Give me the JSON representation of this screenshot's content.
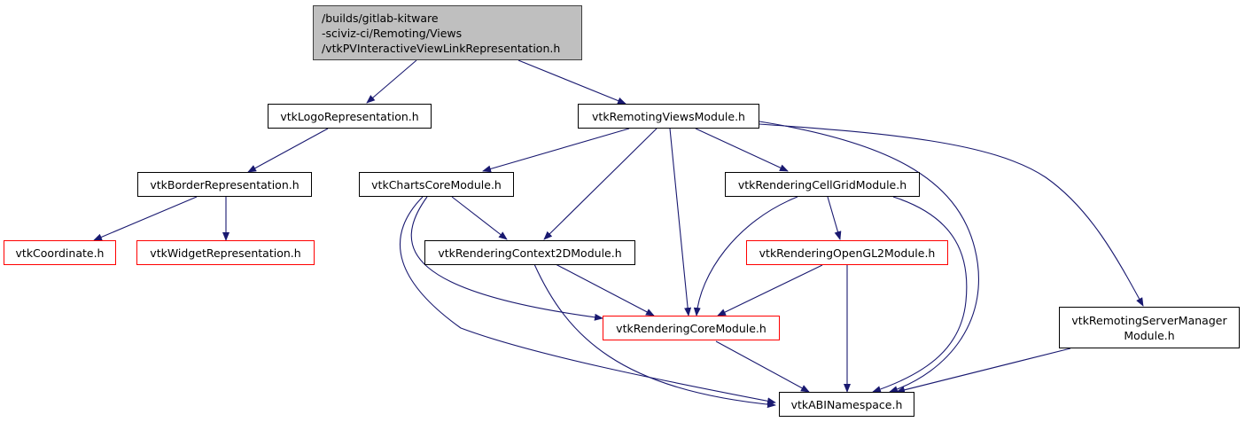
{
  "graph": {
    "title": "Include dependency graph",
    "colors": {
      "edge": "#191970",
      "root_fill": "#bfbfbf",
      "external_border": "#ff0000",
      "normal_border": "#000000"
    },
    "nodes": {
      "root": {
        "label": "/builds/gitlab-kitware\n-sciviz-ci/Remoting/Views\n/vtkPVInteractiveViewLinkRepresentation.h",
        "kind": "root"
      },
      "logo": {
        "label": "vtkLogoRepresentation.h",
        "kind": "normal"
      },
      "remviews": {
        "label": "vtkRemotingViewsModule.h",
        "kind": "normal"
      },
      "border": {
        "label": "vtkBorderRepresentation.h",
        "kind": "normal"
      },
      "charts": {
        "label": "vtkChartsCoreModule.h",
        "kind": "normal"
      },
      "cellgrid": {
        "label": "vtkRenderingCellGridModule.h",
        "kind": "normal"
      },
      "coord": {
        "label": "vtkCoordinate.h",
        "kind": "external"
      },
      "widget": {
        "label": "vtkWidgetRepresentation.h",
        "kind": "external"
      },
      "ctx2d": {
        "label": "vtkRenderingContext2DModule.h",
        "kind": "normal"
      },
      "gl2": {
        "label": "vtkRenderingOpenGL2Module.h",
        "kind": "external"
      },
      "core": {
        "label": "vtkRenderingCoreModule.h",
        "kind": "external"
      },
      "servermgr": {
        "label": "vtkRemotingServerManager\nModule.h",
        "kind": "normal"
      },
      "abi": {
        "label": "vtkABINamespace.h",
        "kind": "normal"
      }
    },
    "edges": [
      [
        "root",
        "logo"
      ],
      [
        "root",
        "remviews"
      ],
      [
        "logo",
        "border"
      ],
      [
        "border",
        "coord"
      ],
      [
        "border",
        "widget"
      ],
      [
        "remviews",
        "charts"
      ],
      [
        "remviews",
        "ctx2d"
      ],
      [
        "remviews",
        "core"
      ],
      [
        "remviews",
        "cellgrid"
      ],
      [
        "remviews",
        "abi"
      ],
      [
        "remviews",
        "servermgr"
      ],
      [
        "charts",
        "ctx2d"
      ],
      [
        "charts",
        "core"
      ],
      [
        "charts",
        "abi"
      ],
      [
        "ctx2d",
        "core"
      ],
      [
        "ctx2d",
        "abi"
      ],
      [
        "cellgrid",
        "gl2"
      ],
      [
        "cellgrid",
        "core"
      ],
      [
        "cellgrid",
        "abi"
      ],
      [
        "gl2",
        "core"
      ],
      [
        "gl2",
        "abi"
      ],
      [
        "core",
        "abi"
      ],
      [
        "servermgr",
        "abi"
      ]
    ]
  }
}
